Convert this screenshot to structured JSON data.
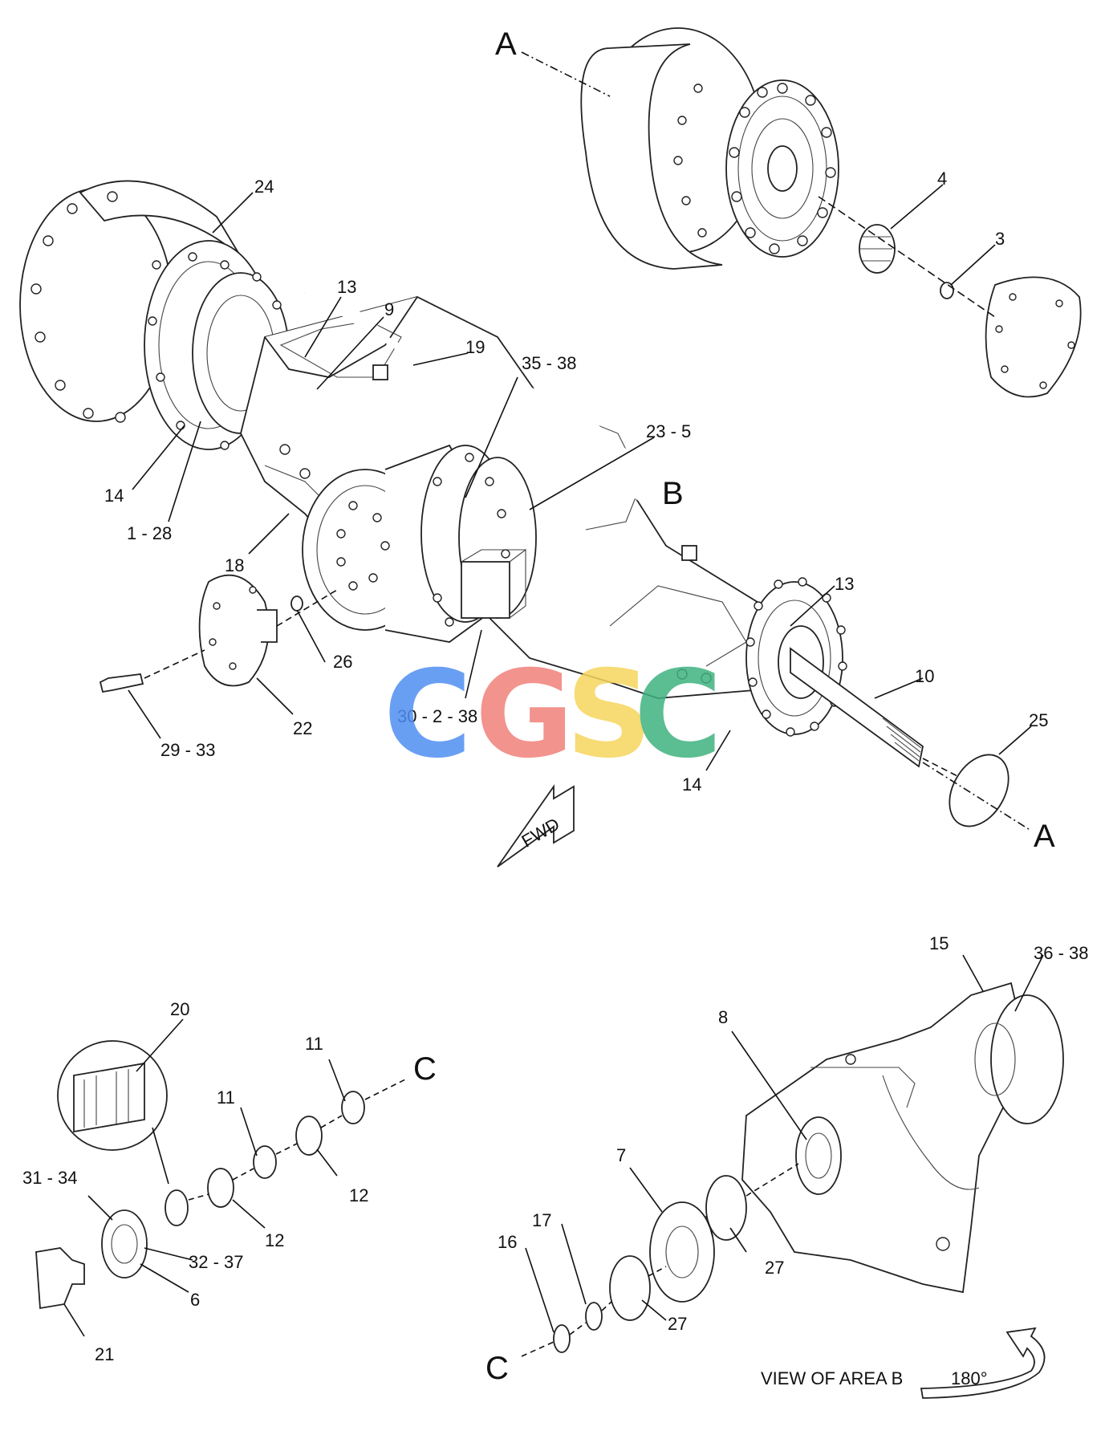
{
  "labels": {
    "a_top": "A",
    "a_bottom": "A",
    "b": "B",
    "c_left": "C",
    "c_right": "C",
    "fwd": "FWD",
    "p24": "24",
    "p13a": "13",
    "p9": "9",
    "p19": "19",
    "p35_38": "35 - 38",
    "p23_5": "23 - 5",
    "p14a": "14",
    "p1_28": "1 - 28",
    "p18": "18",
    "p26": "26",
    "p22": "22",
    "p29_33": "29 - 33",
    "p30_2_38": "30 - 2 - 38",
    "p13b": "13",
    "p10": "10",
    "p25": "25",
    "p14b": "14",
    "p4": "4",
    "p3": "3",
    "p20": "20",
    "p11a": "11",
    "p11b": "11",
    "p12a": "12",
    "p12b": "12",
    "p31_34": "31 - 34",
    "p32_37": "32 - 37",
    "p6": "6",
    "p21": "21",
    "p15": "15",
    "p36_38": "36 - 38",
    "p8": "8",
    "p7": "7",
    "p17": "17",
    "p16": "16",
    "p27a": "27",
    "p27b": "27",
    "view_caption": "VIEW OF AREA  B",
    "rotation": "180°"
  },
  "watermark": {
    "letters": [
      "C",
      "G",
      "S",
      "C"
    ],
    "colors": [
      "#4f8ff2",
      "#f0817a",
      "#f6d55c",
      "#3fb27f"
    ]
  }
}
